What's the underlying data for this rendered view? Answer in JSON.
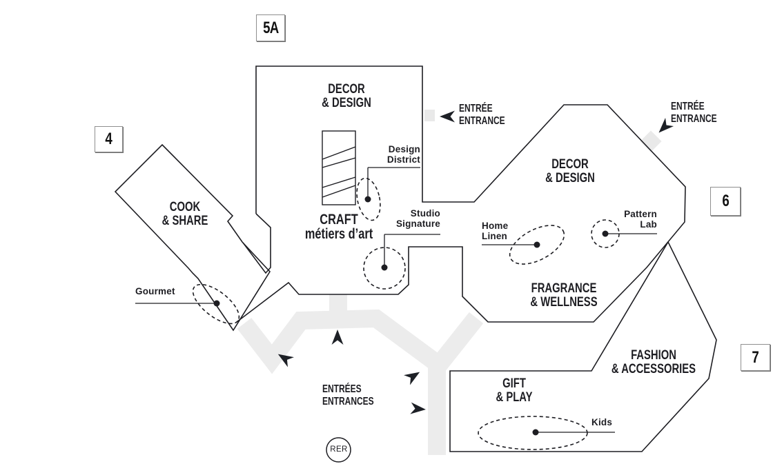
{
  "map": {
    "hall_markers": [
      {
        "id": "hall-4",
        "label": "4"
      },
      {
        "id": "hall-5a",
        "label": "5A"
      },
      {
        "id": "hall-6",
        "label": "6"
      },
      {
        "id": "hall-7",
        "label": "7"
      }
    ],
    "zones": [
      {
        "id": "cook-share",
        "lines": [
          "COOK",
          "& SHARE"
        ]
      },
      {
        "id": "decor-design-5a",
        "lines": [
          "DECOR",
          "& DESIGN"
        ]
      },
      {
        "id": "craft-metiers-dart",
        "lines": [
          "CRAFT",
          "métiers d’art"
        ]
      },
      {
        "id": "decor-design-6",
        "lines": [
          "DECOR",
          "& DESIGN"
        ]
      },
      {
        "id": "fragrance-wellness",
        "lines": [
          "FRAGRANCE",
          "& WELLNESS"
        ]
      },
      {
        "id": "fashion-accessories",
        "lines": [
          "FASHION",
          "& ACCESSORIES"
        ]
      },
      {
        "id": "gift-play",
        "lines": [
          "GIFT",
          "& PLAY"
        ]
      }
    ],
    "pois": [
      {
        "id": "gourmet",
        "lines": [
          "Gourmet"
        ]
      },
      {
        "id": "design-district",
        "lines": [
          "Design",
          "District"
        ]
      },
      {
        "id": "studio-signature",
        "lines": [
          "Studio",
          "Signature"
        ]
      },
      {
        "id": "home-linen",
        "lines": [
          "Home",
          "Linen"
        ]
      },
      {
        "id": "pattern-lab",
        "lines": [
          "Pattern",
          "Lab"
        ]
      },
      {
        "id": "kids",
        "lines": [
          "Kids"
        ]
      }
    ],
    "entrances": [
      {
        "id": "entrance-5a",
        "lines": [
          "ENTRÉE",
          "ENTRANCE"
        ]
      },
      {
        "id": "entrance-6",
        "lines": [
          "ENTRÉE",
          "ENTRANCE"
        ]
      },
      {
        "id": "entrances-main",
        "lines": [
          "ENTRÉES",
          "ENTRANCES"
        ]
      }
    ],
    "transit": {
      "rer_label": "RER"
    },
    "colors": {
      "line": "#1d1d22",
      "walkway": "#ececec",
      "entrance_marker": "#e9e9e9",
      "marker_border": "#8e8e8e"
    }
  }
}
